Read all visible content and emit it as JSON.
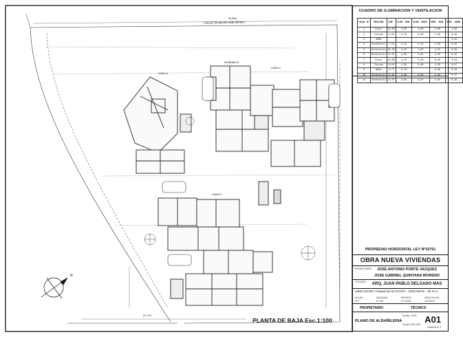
{
  "sheet": {
    "title": "PLANTA DE BAJA Esc.1:100",
    "street": "CALLE 39 (ancho total 20mts.)",
    "lot_dimension_top": "40,90m",
    "lot_dimension_bottom": "21,77m",
    "north_label": "N"
  },
  "units": {
    "vivienda_a": "CASA 'A'",
    "vivienda_b": "VIVIENDA 'B'",
    "vivienda_c": "CASA 'C'",
    "vivienda_d": "CASA 'D'"
  },
  "cuadro": {
    "title": "CUADRO DE ILUMINACION Y VENTILACION",
    "headers": [
      "LOCAL Nº",
      "DESTINO",
      "SUP.",
      "ILUM. MIN.",
      "ILUM. ADOP.",
      "VENT. MIN.",
      "VENT. ADOP."
    ],
    "rows": [
      [
        "1",
        "Estar",
        "18,00",
        "2,30",
        "1,80",
        "2,60",
        "1,60"
      ],
      [
        "2",
        "Cocina",
        "5,50",
        "2,10",
        "0,46",
        "1,30",
        "0,40"
      ],
      [
        "3",
        "BAÑO",
        "",
        "",
        "",
        "",
        "0,10"
      ],
      [
        "4",
        "Dormitorio",
        "7,29",
        "2,15",
        "0,73",
        "1,50",
        "0,38"
      ],
      [
        "5",
        "Dormitorio",
        "10,55",
        "2,10",
        "1,05",
        "2,10",
        "0,58"
      ],
      [
        "6",
        "Dormitorio",
        "8,45",
        "2,50",
        "0,85",
        "1,60",
        "0,42"
      ],
      [
        "7",
        "Estar",
        "18,60",
        "2,10",
        "1,86",
        "8,40",
        "0,94"
      ],
      [
        "8",
        "Cocina",
        "8,04",
        "2,36",
        "0,80",
        "2,50",
        "0,47"
      ],
      [
        "9",
        "Baño",
        "3,77",
        "3,76",
        "",
        "0,60",
        "0,03"
      ],
      [
        "10",
        "Dormitorio",
        "9,40",
        "2,83",
        "0,94",
        "2,40",
        "0,47"
      ],
      [
        "11",
        "Dormitorio",
        "9,75",
        "2,83",
        "0,97",
        "1,50",
        "0,48"
      ]
    ]
  },
  "titleblock": {
    "propiedad": "PROPIEDAD HORIZONTAL LEY Nº10751",
    "obra": "OBRA NUEVA VIVIENDAS",
    "propietario_label": "PROPIETARIO",
    "propietario_1": "JOSE ANTONIO PORTE VAZQUEZ",
    "propietario_2": "JOSE GABRIEL QUINTANA MORENO",
    "tecnico_label": "TECNICO",
    "tecnico": "ARQ. JUAN PABLO DELGADO MAS",
    "ubicacion": "UBICACION: Ciudad de la COSTA - SOLYMAR - 18 S.U.",
    "solar_label": "SOLAR",
    "solar": "Nº 1",
    "manzana_label": "MANZANA",
    "manzana": "Nº 203",
    "padron_label": "PADRON",
    "padron": "Nº 21308",
    "area_label": "AREA SOLAR",
    "area": "760,92m2",
    "col_propietario": "PROPIETARIO",
    "col_tecnico": "TÉCNICO",
    "plano": "PLANO DE ALBAÑILERIA",
    "escala": "Escala: 1/100",
    "fecha": "Fecha: FEB 2016",
    "codigo": "A01",
    "lamina": "LAMINA Nº 3"
  }
}
